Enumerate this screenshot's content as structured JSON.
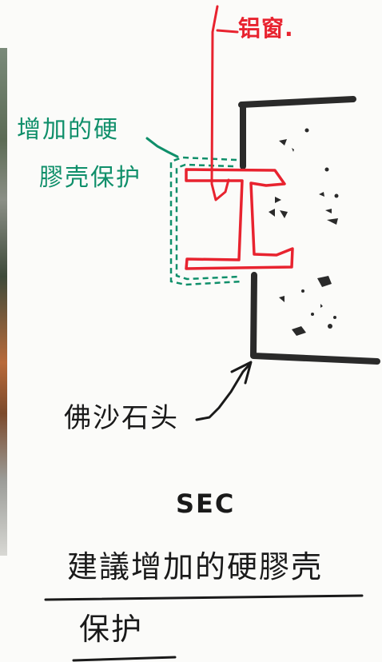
{
  "labels": {
    "aluminium_window": "铝窗.",
    "hard_plastic_protection_line1": "增加的硬",
    "hard_plastic_protection_line2": "膠壳保护",
    "sandstone": "佛沙石头",
    "sec": "SEC",
    "recommendation_line1": "建議增加的硬膠壳",
    "recommendation_line2": "保护"
  },
  "colors": {
    "window_profile": "#e8232f",
    "protection_shell": "#0f8f6a",
    "wall_outline": "#2a2a2a",
    "ink": "#1a1a1a"
  }
}
